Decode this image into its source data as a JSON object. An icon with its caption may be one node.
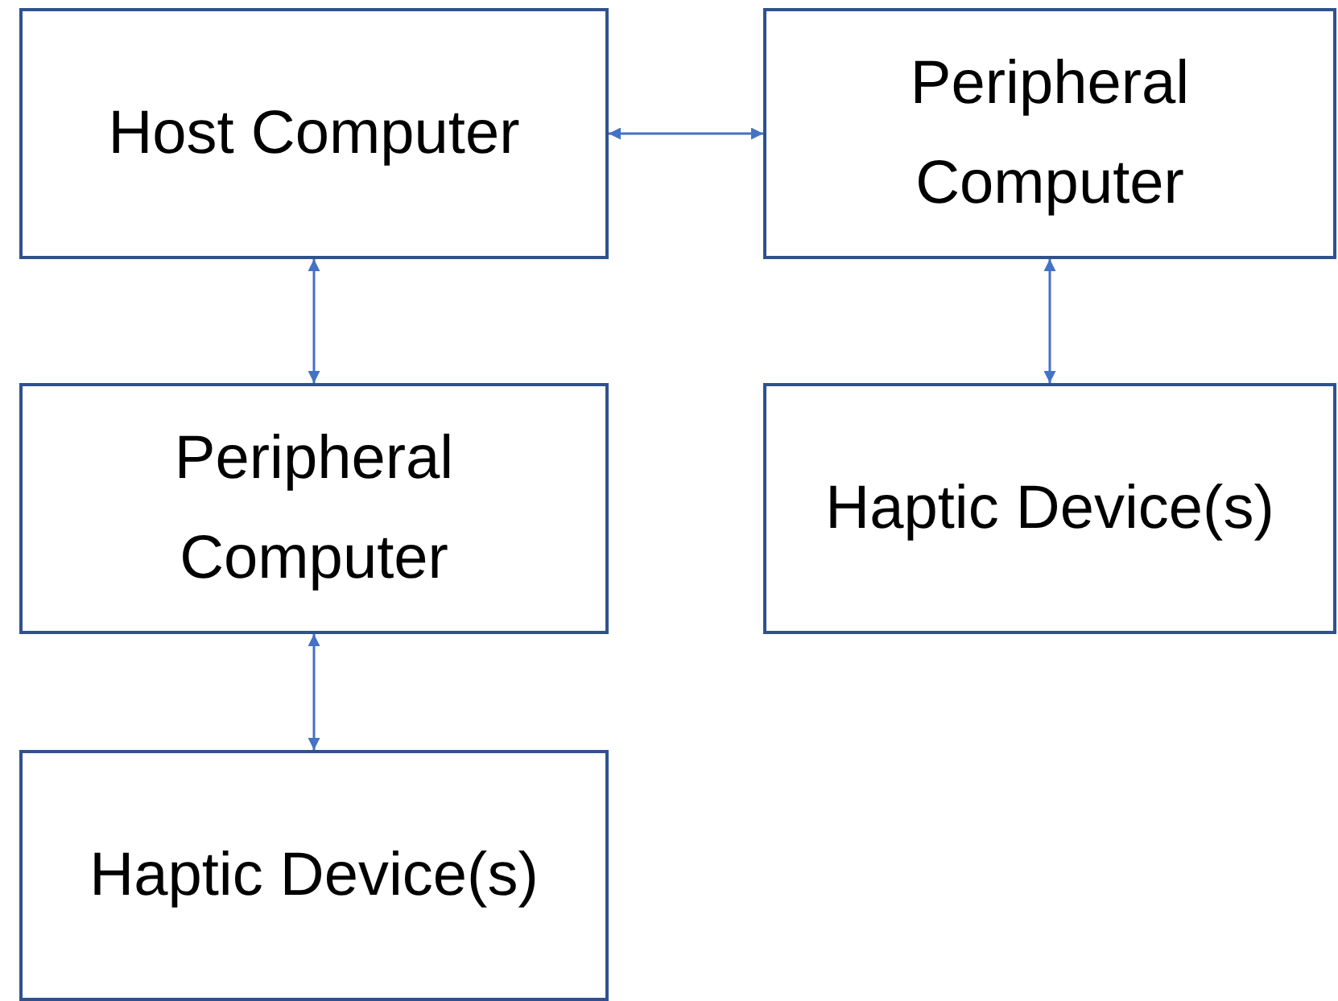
{
  "diagram": {
    "nodes": [
      {
        "text": [
          "Host Computer"
        ]
      },
      {
        "text": [
          "Peripheral Computer"
        ]
      },
      {
        "text": [
          "Peripheral Computer"
        ]
      },
      {
        "text": [
          "Haptic Device(s)"
        ]
      },
      {
        "text": [
          "Haptic Device(s)"
        ]
      }
    ],
    "edges": [
      {
        "from": 0,
        "to": 1,
        "arrow": "both"
      },
      {
        "from": 0,
        "to": 2,
        "arrow": "both"
      },
      {
        "from": 1,
        "to": 3,
        "arrow": "both"
      },
      {
        "from": 2,
        "to": 4,
        "arrow": "both"
      }
    ]
  }
}
